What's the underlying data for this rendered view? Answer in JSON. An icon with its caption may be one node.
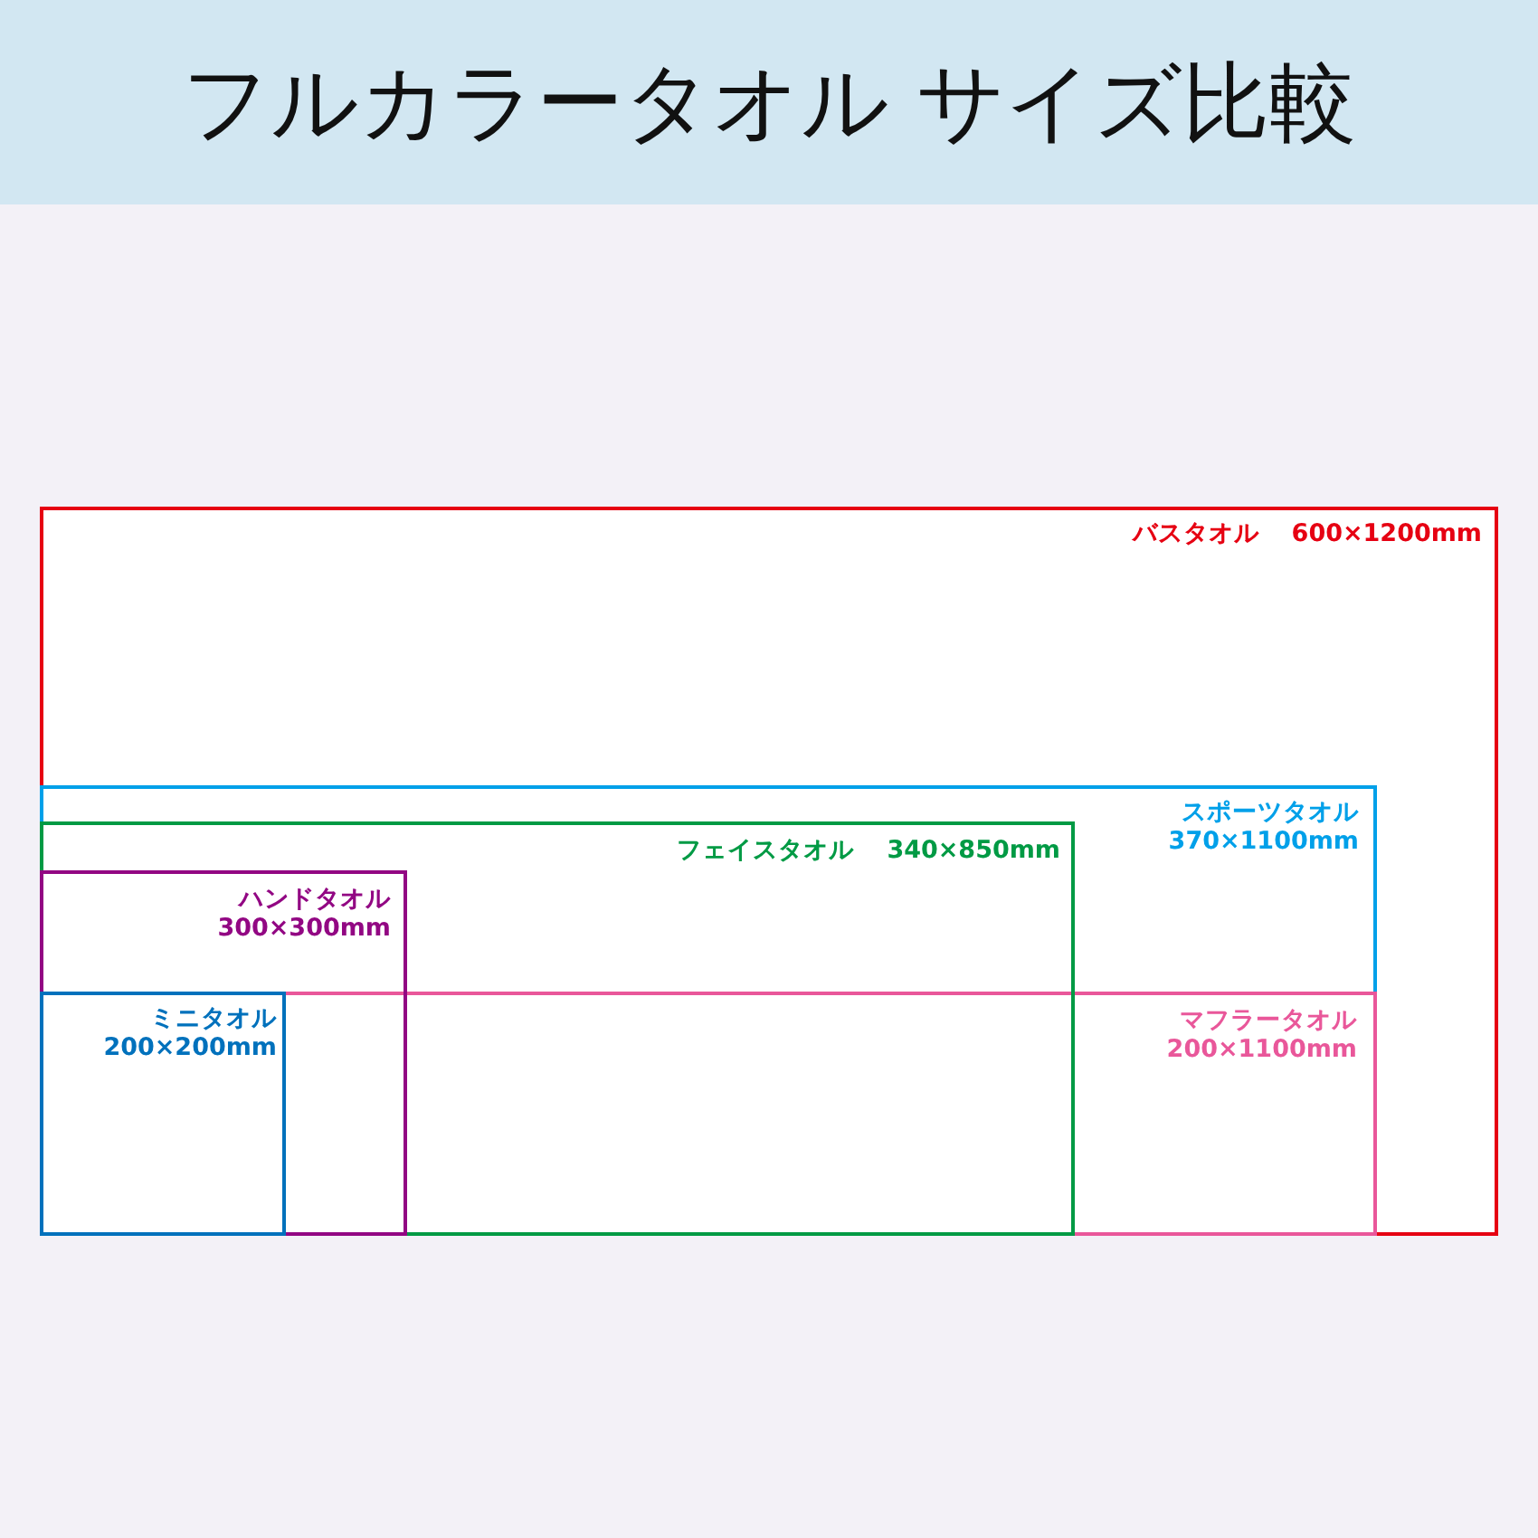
{
  "diagram": {
    "title": "フルカラータオル サイズ比較",
    "nodes": [
      {
        "text": [
          "バスタオル",
          "600×1200mm"
        ]
      },
      {
        "text": [
          "スポーツタオル",
          "370×1100mm"
        ],
        "in": 0
      },
      {
        "text": [
          "フェイスタオル",
          "340×850mm"
        ],
        "in": 1
      },
      {
        "text": [
          "ハンドタオル",
          "300×300mm"
        ],
        "in": 2
      },
      {
        "text": [
          "ミニタオル",
          "200×200mm"
        ]
      },
      {
        "text": [
          "マフラータオル",
          "200×1100mm"
        ],
        "in": 1
      }
    ]
  }
}
